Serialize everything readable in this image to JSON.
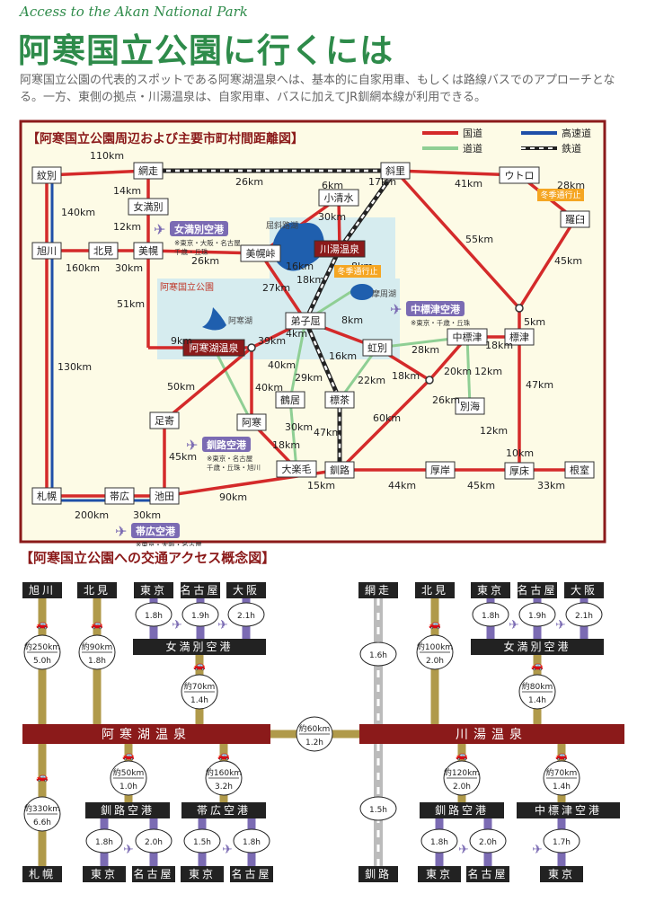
{
  "header": {
    "subtitle": "Access to the Akan National Park",
    "title": "阿寒国立公園に行くには",
    "intro": "阿寒国立公園の代表的スポットである阿寒湖温泉へは、基本的に自家用車、もしくは路線バスでのアプローチとなる。一方、東側の拠点・川湯温泉は、自家用車、バスに加えてJR釧網本線が利用できる。"
  },
  "colors": {
    "accent_green": "#2e8b4a",
    "road_red": "#d42a2a",
    "highway_blue": "#1f4fa8",
    "prefectural_green": "#8fcf94",
    "dark_red": "#8b1a1a",
    "route_olive": "#b09a4a",
    "air_purple": "#7b6bb3"
  },
  "map": {
    "title": "【阿寒国立公園周辺および主要市町村間距離図】",
    "legend": {
      "national_road": "国道",
      "prefectural_road": "道道",
      "highway": "高速道",
      "railway": "鉄道"
    },
    "park_label": "阿寒国立公園",
    "lakes": {
      "kussharo": "屈斜路湖",
      "akan": "阿寒湖",
      "mashu": "摩周湖"
    },
    "towns": {
      "monbetsu": "紋別",
      "abashiri": "網走",
      "shari": "斜里",
      "utoro": "ウトロ",
      "rausu": "羅臼",
      "memanbetsu": "女満別",
      "koshimizu": "小清水",
      "kawayu": "川湯温泉",
      "asahikawa": "旭川",
      "kitami": "北見",
      "bihoro": "美幌",
      "bihoro_pass": "美幌峠",
      "teshikaga": "弟子屈",
      "nakashibetsu": "中標津",
      "shibetsu": "標津",
      "akanko": "阿寒湖温泉",
      "tsurui": "鶴居",
      "shibecha": "標茶",
      "betsukai": "別海",
      "ashoro": "足寄",
      "akan": "阿寒",
      "otanoshike": "大楽毛",
      "kushiro": "釧路",
      "akkeshi": "厚岸",
      "hamanaka": "厚床",
      "nemuro": "根室",
      "sapporo": "札幌",
      "obihiro": "帯広",
      "ikeda": "池田",
      "nijibetsu": "虹別"
    },
    "distances": {
      "monbetsu_abashiri": "110km",
      "abashiri_shari": "26km",
      "shari_utoro": "41km",
      "utoro_rausu": "28km",
      "monbetsu_asahikawa": "140km",
      "abashiri_memanbetsu": "14km",
      "memanbetsu_bihoro": "12km",
      "asahikawa_kitami": "160km",
      "kitami_bihoro": "30km",
      "bihoro_pass": "26km",
      "koshimizu": "6km",
      "shari_kawayu": "17km",
      "koshimizu_kawayu": "30km",
      "bihoro_akan": "51km",
      "kussharo_a": "16km",
      "kussharo_b": "18km",
      "pass_teshikaga": "27km",
      "kawayu_mashu": "8km",
      "teshikaga_lake": "4km",
      "shari_nakashibetsu": "55km",
      "rausu_shibetsu": "45km",
      "shibetsu_nakashibetsu": "5km",
      "mashu_teshikaga": "8km",
      "akanko_bihoro": "9km",
      "akanko_teshikaga": "39km",
      "teshikaga_nijibetsu": "16km",
      "nijibetsu_nakashibetsu": "28km",
      "nakashibetsu_shibetsu": "18km",
      "asahikawa_sapporo": "130km",
      "akan_ashoro": "50km",
      "teshikaga_tsurui": "40km",
      "teshikaga_shibecha": "29km",
      "shibecha_nijibetsu": "22km",
      "nijibetsu_junction": "18km",
      "junction_nakashibetsu": "20km",
      "nakashibetsu_betsukai": "12km",
      "shibetsu_akkeshi": "47km",
      "akan_akanroad": "40km",
      "junction_kushiro": "60km",
      "junction_betsukai": "26km",
      "tsurui_otanoshike": "30km",
      "shibecha_kushiro": "47km",
      "betsukai_hamanaka": "12km",
      "nemuro_hamanaka": "10km",
      "ashoro_ikeda": "45km",
      "akan_otanoshike": "18km",
      "otanoshike_kushiro": "15km",
      "kushiro_akkeshi": "44km",
      "akkeshi_hamanaka": "45km",
      "hamanaka_nemuro": "33km",
      "sapporo_obihiro": "200km",
      "obihiro_ikeda": "30km",
      "ikeda_kushiro": "90km"
    },
    "winter_closed": "冬季通行止",
    "airports": {
      "memanbetsu": {
        "name": "女満別空港",
        "routes": "※東京・大阪・名古屋\n千歳・丘珠"
      },
      "nakashibetsu": {
        "name": "中標津空港",
        "routes": "※東京・千歳・丘珠"
      },
      "kushiro": {
        "name": "釧路空港",
        "routes": "※東京・名古屋\n千歳・丘珠・旭川"
      },
      "obihiro": {
        "name": "帯広空港",
        "routes": "※東京・大阪・名古屋"
      }
    }
  },
  "access": {
    "title": "【阿寒国立公園への交通アクセス概念図】",
    "hubs": {
      "akanko": "阿寒湖温泉",
      "kawayu": "川湯温泉"
    },
    "hub_link": {
      "dist": "約60km",
      "time": "1.2h"
    },
    "left_top": [
      {
        "name": "旭川",
        "dist": "約250km",
        "time": "5.0h"
      },
      {
        "name": "北見",
        "dist": "約90km",
        "time": "1.8h"
      }
    ],
    "memanbetsu_left": {
      "airport": "女満別空港",
      "dist": "約70km",
      "time": "1.4h",
      "cities": [
        {
          "name": "東京",
          "time": "1.8h"
        },
        {
          "name": "名古屋",
          "time": "1.9h"
        },
        {
          "name": "大阪",
          "time": "2.1h"
        }
      ]
    },
    "left_bottom": [
      {
        "name": "札幌",
        "dist": "約330km",
        "time": "6.6h"
      }
    ],
    "kushiro_left": {
      "airport": "釧路空港",
      "dist": "約50km",
      "time": "1.0h",
      "cities": [
        {
          "name": "東京",
          "time": "1.8h"
        },
        {
          "name": "名古屋",
          "time": "2.0h"
        }
      ]
    },
    "obihiro_left": {
      "airport": "帯広空港",
      "dist": "約160km",
      "time": "3.2h",
      "cities": [
        {
          "name": "東京",
          "time": "1.5h"
        },
        {
          "name": "名古屋",
          "time": "1.8h"
        }
      ]
    },
    "right_rail_top": {
      "name": "網走",
      "time": "1.6h"
    },
    "right_rail_bottom": {
      "name": "釧路",
      "time": "1.5h"
    },
    "right_top": [
      {
        "name": "北見",
        "dist": "約100km",
        "time": "2.0h"
      }
    ],
    "memanbetsu_right": {
      "airport": "女満別空港",
      "dist": "約80km",
      "time": "1.4h",
      "cities": [
        {
          "name": "東京",
          "time": "1.8h"
        },
        {
          "name": "名古屋",
          "time": "1.9h"
        },
        {
          "name": "大阪",
          "time": "2.1h"
        }
      ]
    },
    "kushiro_right": {
      "airport": "釧路空港",
      "dist": "約120km",
      "time": "2.0h",
      "cities": [
        {
          "name": "東京",
          "time": "1.8h"
        },
        {
          "name": "名古屋",
          "time": "2.0h"
        }
      ]
    },
    "nakashibetsu_right": {
      "airport": "中標津空港",
      "dist": "約70km",
      "time": "1.4h",
      "cities": [
        {
          "name": "東京",
          "time": "1.7h"
        }
      ]
    }
  }
}
